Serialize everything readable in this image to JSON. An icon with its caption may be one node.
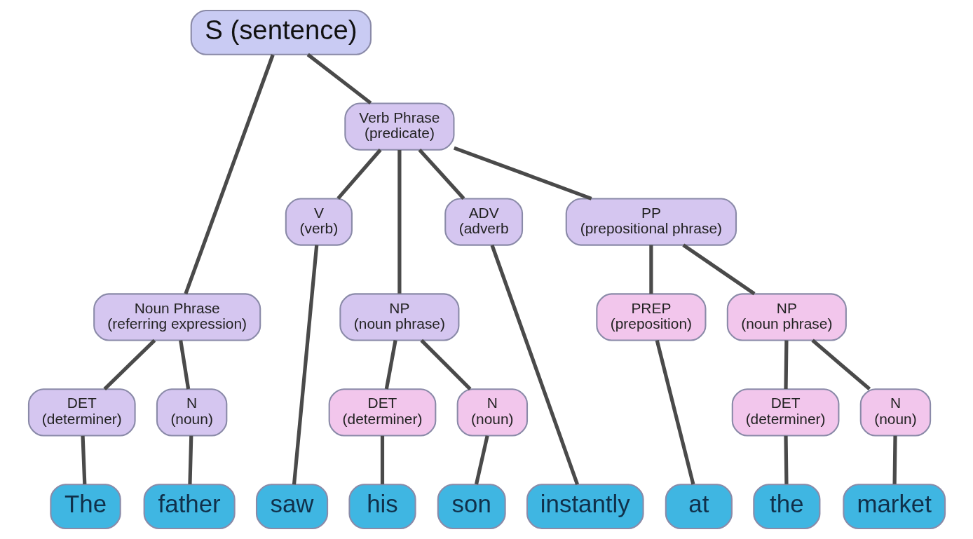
{
  "diagram": {
    "nodes": [
      {
        "text": [
          "S (sentence)"
        ]
      },
      {
        "text": [
          "Noun Phrase",
          "(referring expression)"
        ]
      },
      {
        "text": [
          "Verb Phrase",
          "(predicate)"
        ]
      },
      {
        "text": [
          "DET",
          "(determiner)"
        ]
      },
      {
        "text": [
          "N",
          "(noun)"
        ]
      },
      {
        "text": [
          "V",
          "(verb)"
        ]
      },
      {
        "text": [
          "NP",
          "(noun phrase)"
        ]
      },
      {
        "text": [
          "ADV",
          "(adverb"
        ]
      },
      {
        "text": [
          "PP",
          "(prepositional phrase)"
        ]
      },
      {
        "text": [
          "DET",
          "(determiner)"
        ]
      },
      {
        "text": [
          "N",
          "(noun)"
        ]
      },
      {
        "text": [
          "PREP",
          "(preposition)"
        ]
      },
      {
        "text": [
          "NP",
          "(noun phrase)"
        ]
      },
      {
        "text": [
          "DET",
          "(determiner)"
        ]
      },
      {
        "text": [
          "N",
          "(noun)"
        ]
      },
      {
        "text": [
          "The"
        ]
      },
      {
        "text": [
          "father"
        ]
      },
      {
        "text": [
          "saw"
        ]
      },
      {
        "text": [
          "his"
        ]
      },
      {
        "text": [
          "son"
        ]
      },
      {
        "text": [
          "instantly"
        ]
      },
      {
        "text": [
          "at"
        ]
      },
      {
        "text": [
          "the"
        ]
      },
      {
        "text": [
          "market"
        ]
      }
    ],
    "edges": [
      {
        "from": 0,
        "to": 1,
        "arrow": "none"
      },
      {
        "from": 0,
        "to": 2,
        "arrow": "none"
      },
      {
        "from": 1,
        "to": 3,
        "arrow": "none"
      },
      {
        "from": 1,
        "to": 4,
        "arrow": "none"
      },
      {
        "from": 2,
        "to": 5,
        "arrow": "none"
      },
      {
        "from": 2,
        "to": 6,
        "arrow": "none"
      },
      {
        "from": 2,
        "to": 7,
        "arrow": "none"
      },
      {
        "from": 2,
        "to": 8,
        "arrow": "none"
      },
      {
        "from": 6,
        "to": 9,
        "arrow": "none"
      },
      {
        "from": 6,
        "to": 10,
        "arrow": "none"
      },
      {
        "from": 8,
        "to": 11,
        "arrow": "none"
      },
      {
        "from": 8,
        "to": 12,
        "arrow": "none"
      },
      {
        "from": 12,
        "to": 13,
        "arrow": "none"
      },
      {
        "from": 12,
        "to": 14,
        "arrow": "none"
      },
      {
        "from": 3,
        "to": 15,
        "arrow": "none"
      },
      {
        "from": 4,
        "to": 16,
        "arrow": "none"
      },
      {
        "from": 5,
        "to": 17,
        "arrow": "none"
      },
      {
        "from": 9,
        "to": 18,
        "arrow": "none"
      },
      {
        "from": 10,
        "to": 19,
        "arrow": "none"
      },
      {
        "from": 7,
        "to": 20,
        "arrow": "none"
      },
      {
        "from": 11,
        "to": 21,
        "arrow": "none"
      },
      {
        "from": 13,
        "to": 22,
        "arrow": "none"
      },
      {
        "from": 14,
        "to": 23,
        "arrow": "none"
      }
    ]
  }
}
